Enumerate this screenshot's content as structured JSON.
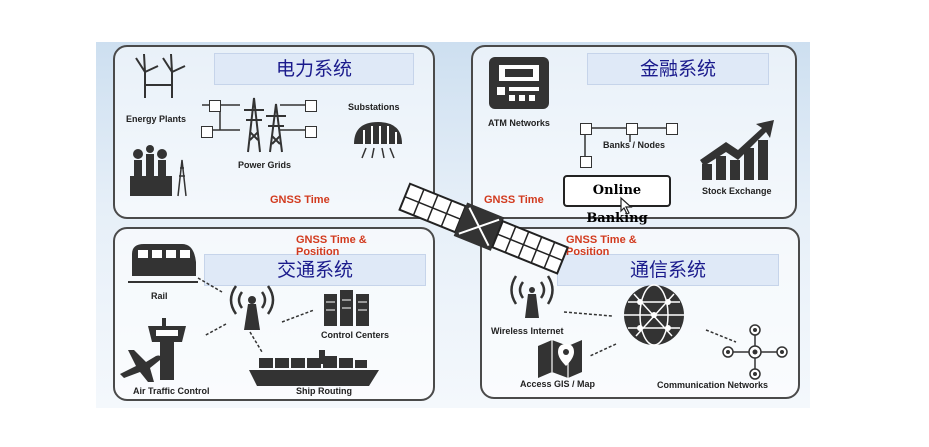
{
  "panels": {
    "power": {
      "title": "电力系统",
      "labels": {
        "energy_plants": "Energy Plants",
        "power_grids": "Power Grids",
        "substations": "Substations"
      },
      "gnss": "GNSS Time"
    },
    "finance": {
      "title": "金融系统",
      "labels": {
        "atm": "ATM Networks",
        "banks": "Banks / Nodes",
        "online_banking": "Online Banking",
        "stock": "Stock Exchange"
      },
      "gnss": "GNSS Time"
    },
    "transport": {
      "title": "交通系统",
      "labels": {
        "rail": "Rail",
        "control_centers": "Control Centers",
        "air_traffic": "Air Traffic Control",
        "ship": "Ship Routing"
      },
      "gnss_line1": "GNSS Time &",
      "gnss_line2": "Position"
    },
    "comms": {
      "title": "通信系统",
      "labels": {
        "wireless": "Wireless Internet",
        "gis": "Access GIS / Map",
        "networks": "Communication Networks"
      },
      "gnss_line1": "GNSS Time &",
      "gnss_line2": "Position"
    }
  },
  "icons": [
    "wind-turbine-icon",
    "factory-icon",
    "power-tower-icon",
    "substation-icon",
    "atm-icon",
    "stock-chart-icon",
    "train-icon",
    "signal-tower-icon",
    "server-rack-icon",
    "control-tower-icon",
    "airplane-icon",
    "ship-icon",
    "globe-network-icon",
    "map-pin-icon",
    "satellite-icon"
  ],
  "colors": {
    "title_text": "#1a1a8c",
    "title_bg": "#dfe9f7",
    "gnss_text": "#d23a1e",
    "panel_border": "#4a4a4a"
  }
}
